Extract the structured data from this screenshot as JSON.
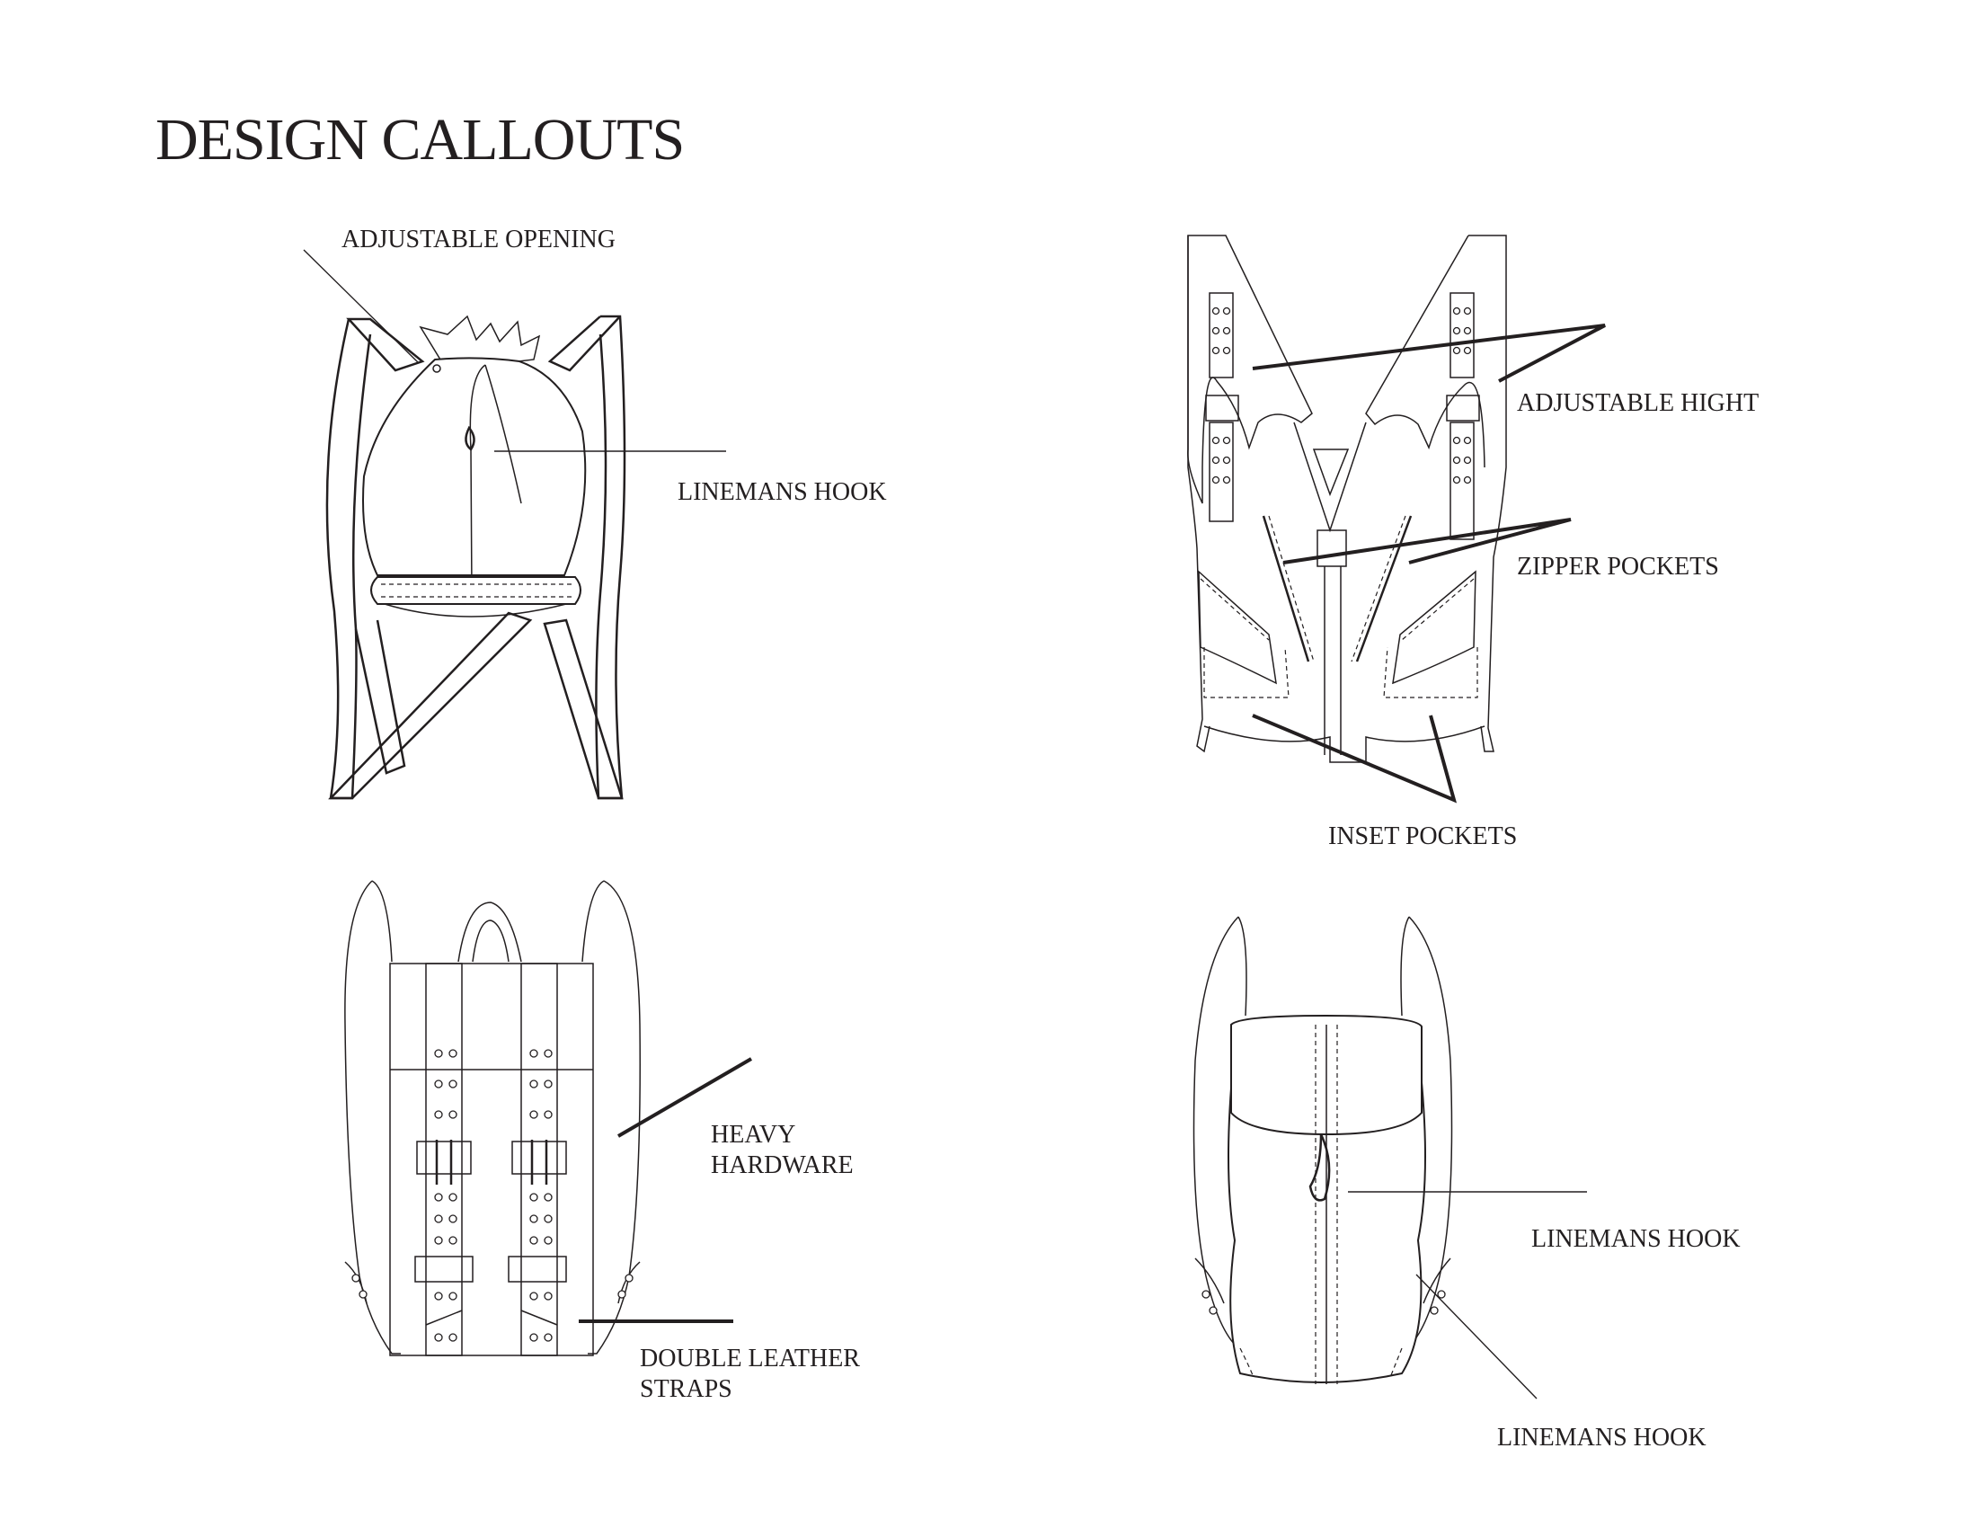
{
  "title": "DESIGN CALLOUTS",
  "callouts": {
    "adjustable_opening": "ADJUSTABLE OPENING",
    "linemans_hook_1": "LINEMANS HOOK",
    "adjustable_hight": "ADJUSTABLE HIGHT",
    "zipper_pockets": "ZIPPER POCKETS",
    "inset_pockets": "INSET POCKETS",
    "heavy_hardware_1": "HEAVY",
    "heavy_hardware_2": "HARDWARE",
    "double_leather_1": "DOUBLE LEATHER",
    "double_leather_2": "STRAPS",
    "linemans_hook_2": "LINEMANS HOOK",
    "linemans_hook_3": "LINEMANS HOOK"
  }
}
